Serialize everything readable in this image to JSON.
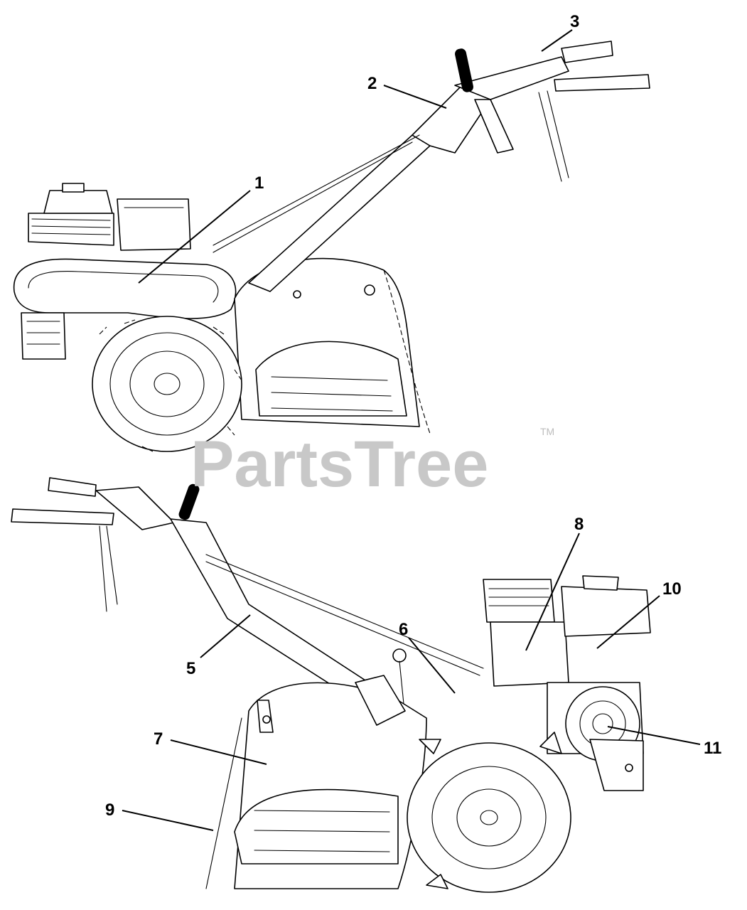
{
  "watermark": {
    "text": "PartsTree",
    "mark": "TM"
  },
  "callouts": {
    "c1": "1",
    "c2": "2",
    "c3": "3",
    "c5": "5",
    "c6": "6",
    "c7": "7",
    "c8": "8",
    "c9": "9",
    "c10": "10",
    "c11": "11"
  }
}
